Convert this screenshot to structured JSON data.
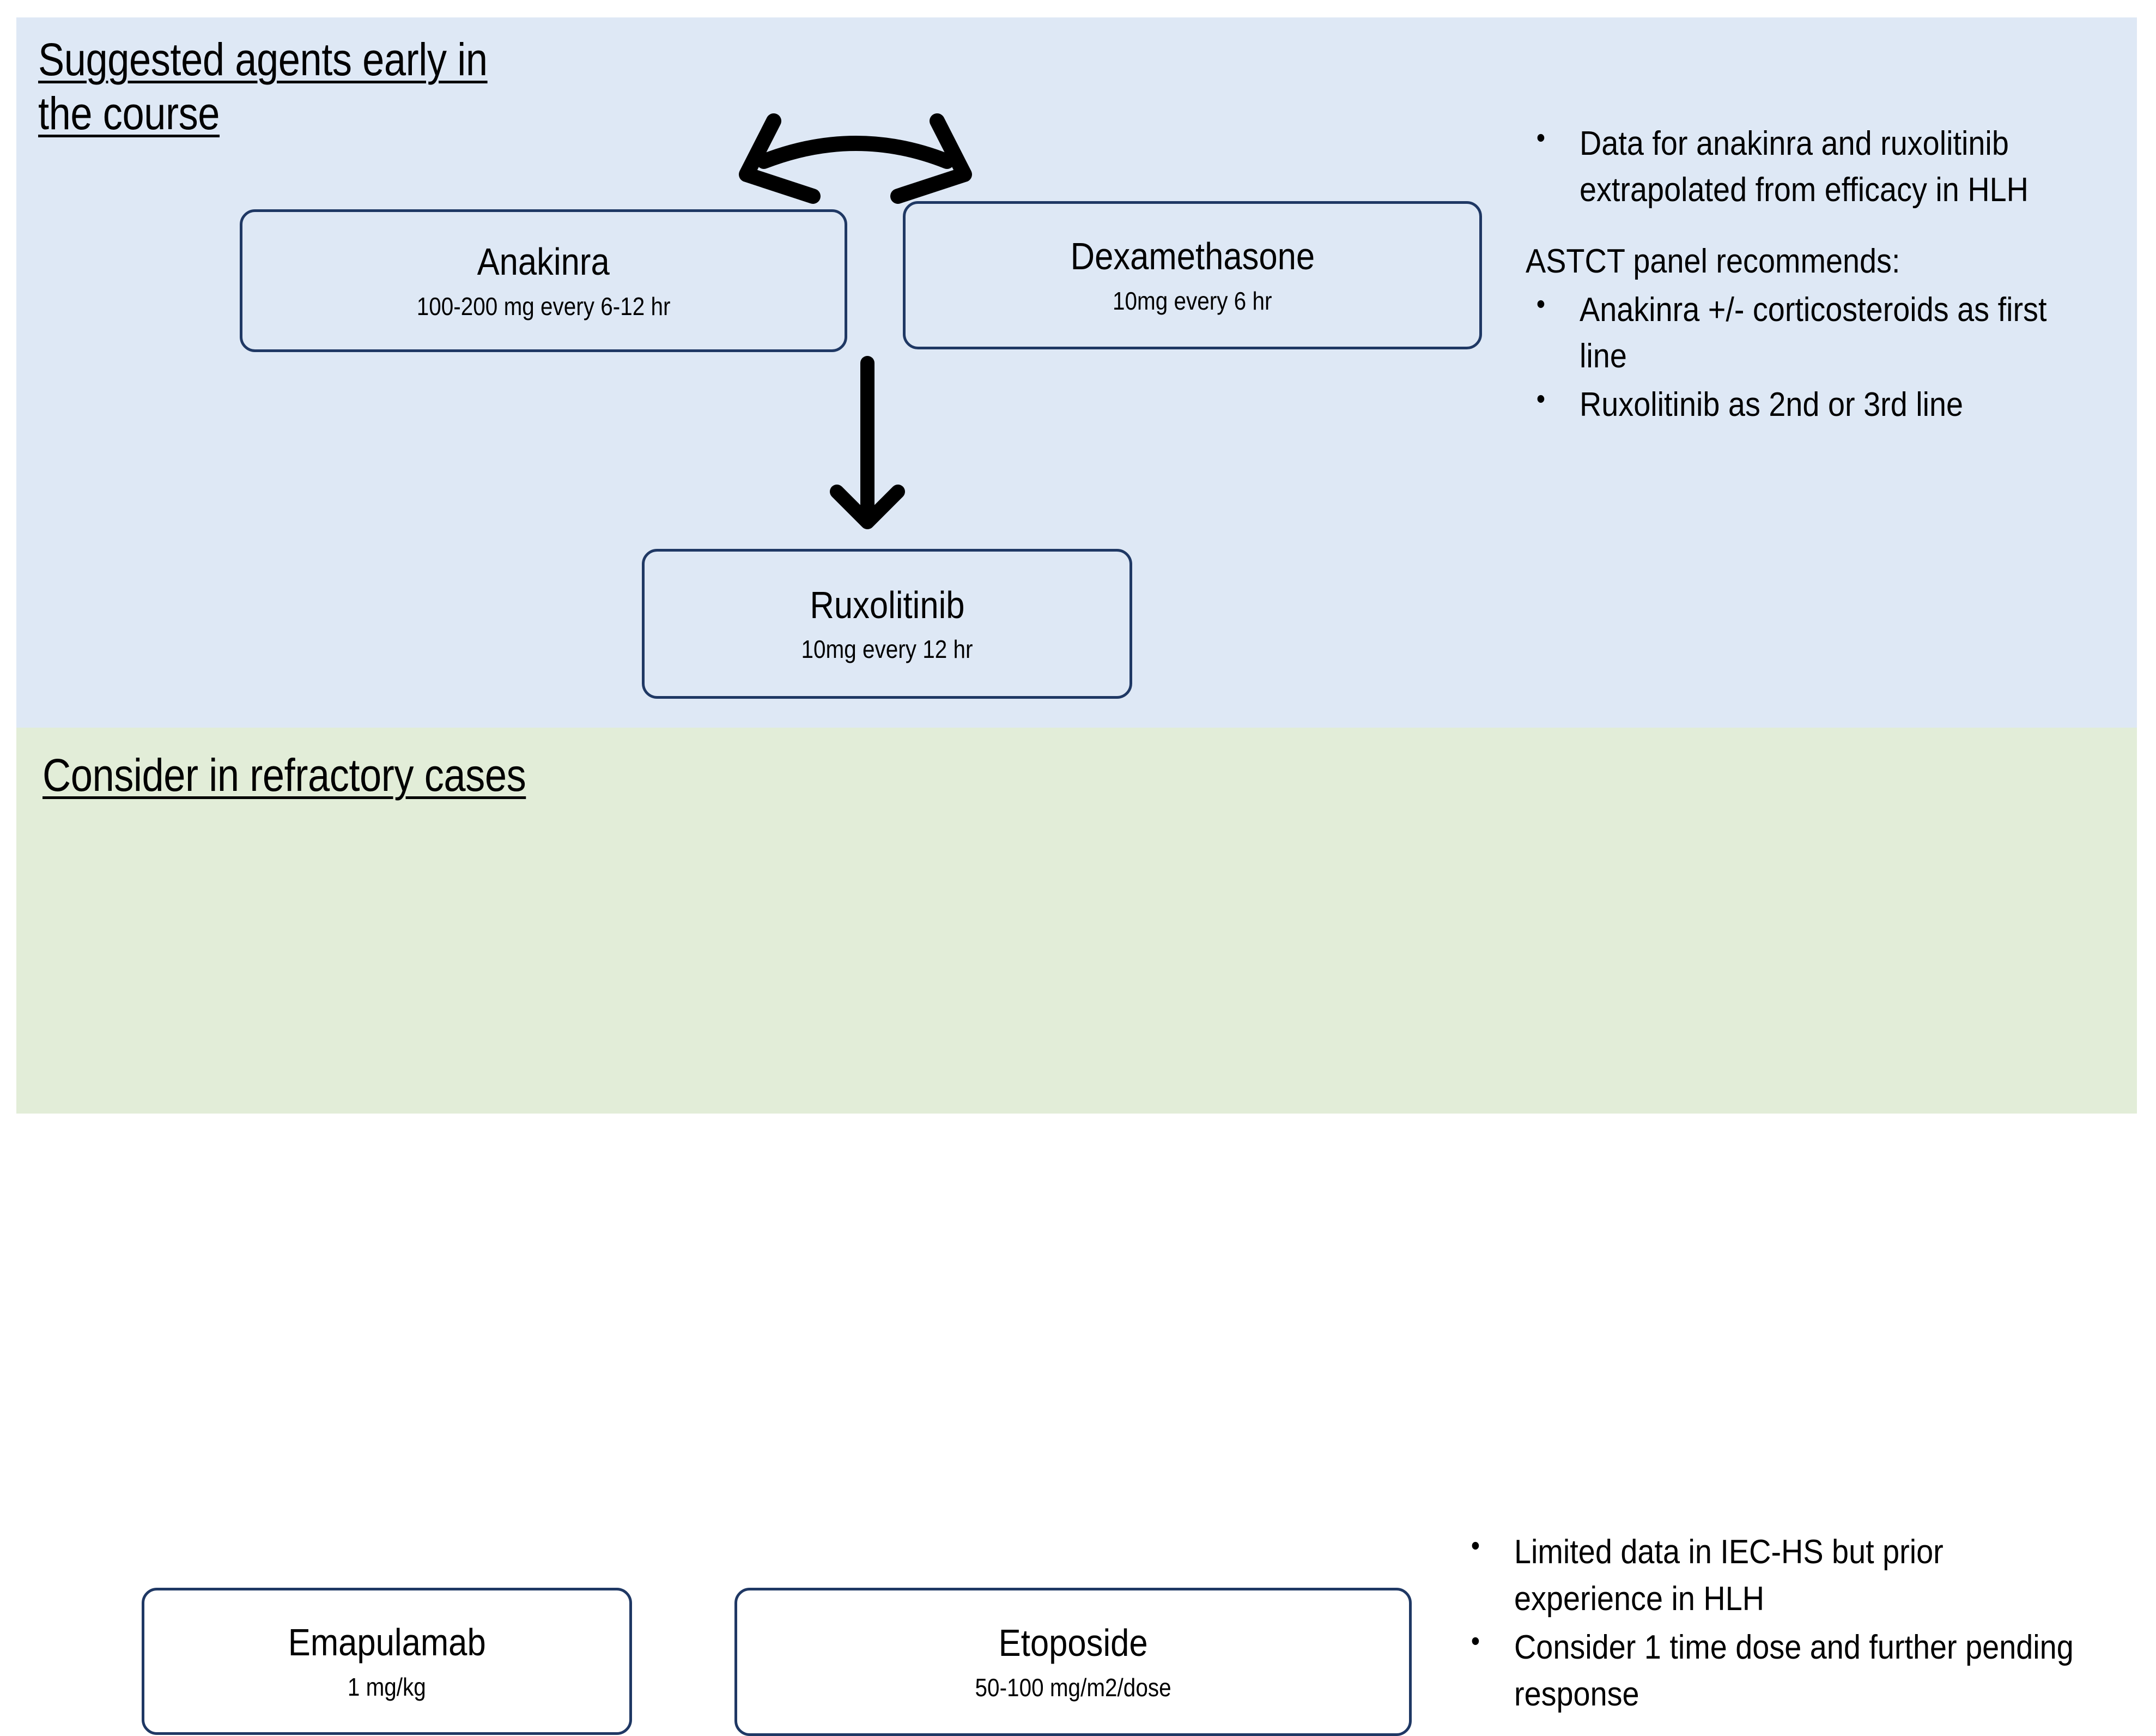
{
  "colors": {
    "blue_panel_bg": "#dee8f5",
    "green_panel_bg": "#e2edd8",
    "box_border": "#1f3864",
    "text": "#000000",
    "arrow": "#000000"
  },
  "sections": {
    "early": {
      "heading_line1": "Suggested agents early in",
      "heading_line2": "the course",
      "boxes": [
        {
          "id": "anakinra",
          "name": "Anakinra",
          "dose": "100-200 mg every 6-12 hr"
        },
        {
          "id": "dexamethasone",
          "name": "Dexamethasone",
          "dose": "10mg every 6 hr"
        },
        {
          "id": "ruxolitinib",
          "name": "Ruxolitinib",
          "dose": "10mg every 12 hr"
        }
      ],
      "notes": [
        {
          "style": "bullet",
          "text": "Data for anakinra and ruxolitinib extrapolated from efficacy in HLH"
        },
        {
          "style": "gap",
          "text": ""
        },
        {
          "style": "plain",
          "text": "ASTCT panel recommends:"
        },
        {
          "style": "bullet",
          "text": "Anakinra +/- corticosteroids as first line"
        },
        {
          "style": "bullet",
          "text": "Ruxolitinib as 2nd or 3rd line"
        }
      ]
    },
    "refractory": {
      "heading_line1": "Consider in refractory cases",
      "heading_line2": "",
      "boxes": [
        {
          "id": "emapulamab",
          "name": "Emapulamab",
          "dose": "1 mg/kg"
        },
        {
          "id": "etoposide",
          "name": "Etoposide",
          "dose": "50-100 mg/m2/dose"
        }
      ],
      "notes": [
        {
          "style": "bullet",
          "text": "Limited data in IEC-HS but prior experience in HLH"
        },
        {
          "style": "bullet",
          "text": "Consider 1 time dose and further pending response"
        }
      ]
    }
  },
  "connectors": [
    {
      "id": "anakinra-dexamethasone",
      "type": "curved-double-headed-arrow",
      "from": "anakinra",
      "to": "dexamethasone"
    },
    {
      "id": "anakinra-ruxolitinib",
      "type": "straight-down-arrow",
      "from": "anakinra",
      "to": "ruxolitinib"
    }
  ]
}
